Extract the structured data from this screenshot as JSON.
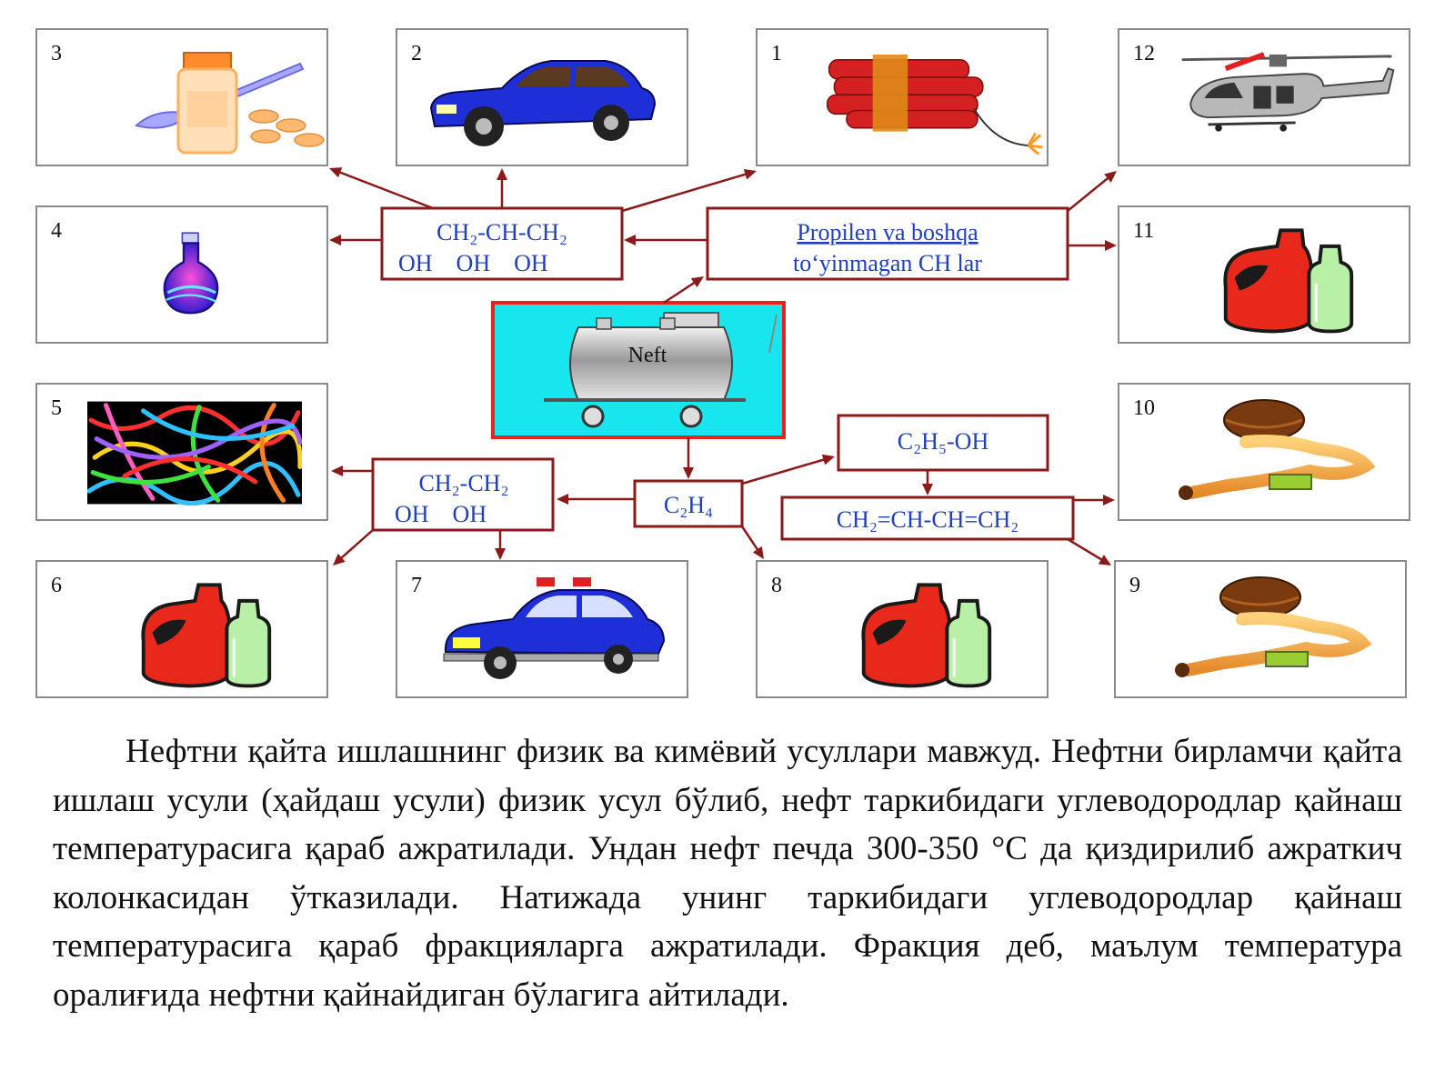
{
  "cards": [
    {
      "id": "3",
      "kind": "medicine"
    },
    {
      "id": "2",
      "kind": "car"
    },
    {
      "id": "1",
      "kind": "dynamite"
    },
    {
      "id": "12",
      "kind": "helicopter"
    },
    {
      "id": "4",
      "kind": "flask"
    },
    {
      "id": "11",
      "kind": "canister"
    },
    {
      "id": "5",
      "kind": "fibers"
    },
    {
      "id": "10",
      "kind": "hose"
    },
    {
      "id": "6",
      "kind": "canister"
    },
    {
      "id": "7",
      "kind": "police-car"
    },
    {
      "id": "8",
      "kind": "canister"
    },
    {
      "id": "9",
      "kind": "hose"
    }
  ],
  "source": {
    "label": "Neft"
  },
  "formulas": {
    "glycerol": {
      "line1": "CH₂-CH-CH₂",
      "line2": "OH    OH    OH"
    },
    "propylene": {
      "line1": "Propilen va boshqa",
      "line2": "to‘yinmagan CH lar"
    },
    "ethylene_glycol": {
      "line1": "CH₂-CH₂",
      "line2": "OH    OH"
    },
    "ethylene": {
      "label": "C₂H₄"
    },
    "ethanol": {
      "label": "C₂H₅-OH"
    },
    "butadiene": {
      "label": "CH₂=CH-CH=CH₂"
    }
  },
  "colors": {
    "arrow": "#8b1a1a",
    "formula_text": "#1f3fbf",
    "tank_bg": "#18e6ee",
    "tank_border": "#e8231c"
  },
  "paragraph": {
    "text": "Нефтни қайта ишлашнинг физик ва кимёвий усуллари мавжуд. Нефтни бирламчи қайта ишлаш усули (ҳайдаш усули) физик усул бўлиб, нефт таркибидаги углеводородлар қайнаш температурасига қараб ажратилади. Ундан нефт печда 300-350 °С да қиздирилиб ажраткич колонкасидан ўтказилади. Натижада унинг таркибидаги углеводородлар қайнаш температурасига қараб фракцияларга ажратилади. Фракция деб, маълум температура оралиғида нефтни қайнайдиган бўлагига айтилади."
  }
}
